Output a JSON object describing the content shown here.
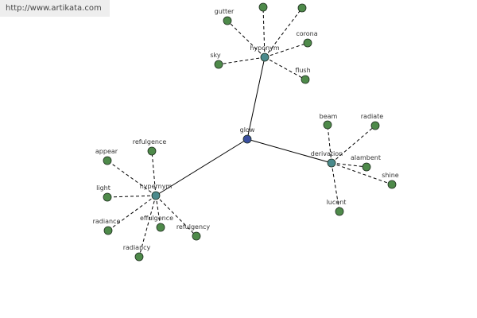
{
  "watermark": {
    "text": "http://www.artikata.com"
  },
  "colors": {
    "root_node": "#3a4fa0",
    "group_node": "#4a8a8c",
    "leaf_node": "#4e8a4a",
    "node_stroke": "#1e2e1e",
    "edge": "#000000"
  },
  "graph": {
    "root": {
      "id": "glow",
      "label": "glow"
    },
    "groups": [
      {
        "id": "hyponym",
        "label": "hyponym",
        "leaves": [
          {
            "id": "hyponym-gutter",
            "label": "gutter"
          },
          {
            "id": "hyponym-cut1",
            "label": ""
          },
          {
            "id": "hyponym-cut2",
            "label": ""
          },
          {
            "id": "hyponym-corona",
            "label": "corona"
          },
          {
            "id": "hyponym-sky",
            "label": "sky"
          },
          {
            "id": "hyponym-flush",
            "label": "flush"
          }
        ]
      },
      {
        "id": "derivation",
        "label": "derivation",
        "leaves": [
          {
            "id": "derivation-beam",
            "label": "beam"
          },
          {
            "id": "derivation-radiate",
            "label": "radiate"
          },
          {
            "id": "derivation-alambent",
            "label": "alambent"
          },
          {
            "id": "derivation-shine",
            "label": "shine"
          },
          {
            "id": "derivation-lucent",
            "label": "lucent"
          }
        ]
      },
      {
        "id": "hypernym",
        "label": "hypernym",
        "leaves": [
          {
            "id": "hypernym-appear",
            "label": "appear"
          },
          {
            "id": "hypernym-refulgence",
            "label": "refulgence"
          },
          {
            "id": "hypernym-light",
            "label": "light"
          },
          {
            "id": "hypernym-radiance",
            "label": "radiance"
          },
          {
            "id": "hypernym-effulgence",
            "label": "effulgence"
          },
          {
            "id": "hypernym-refulgency",
            "label": "refulgency"
          },
          {
            "id": "hypernym-radiancy",
            "label": "radiancy"
          }
        ]
      }
    ]
  }
}
